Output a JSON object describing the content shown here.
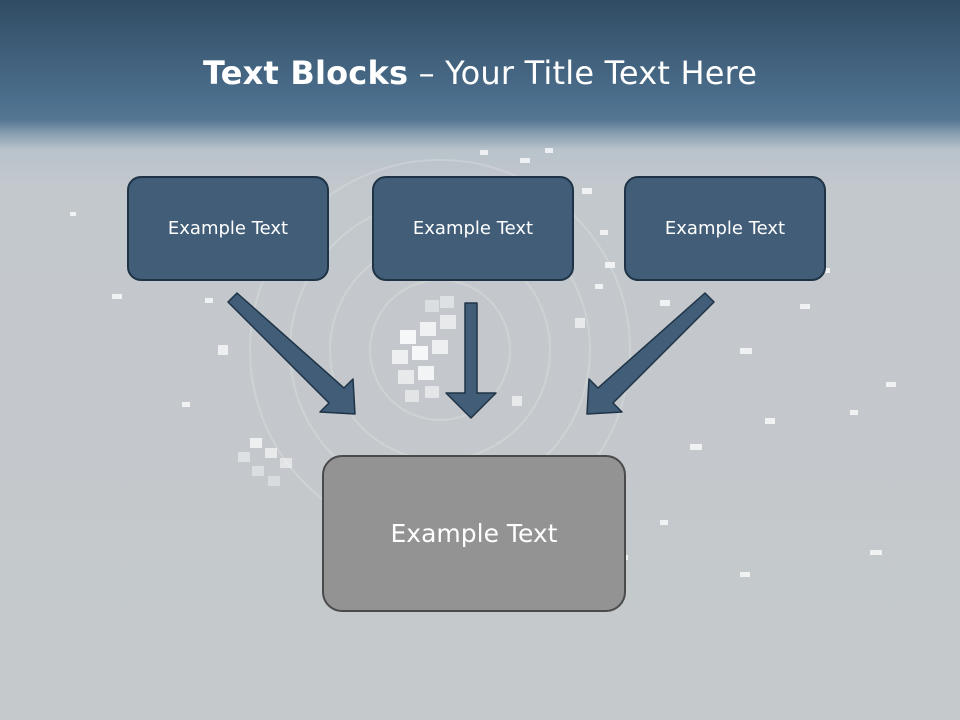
{
  "title": {
    "bold": "Text Blocks",
    "separator": " – ",
    "rest": "Your Title Text Here"
  },
  "blocks": {
    "top": [
      "Example Text",
      "Example Text",
      "Example Text"
    ],
    "bottom": "Example Text"
  },
  "colors": {
    "top_box_fill": "#415d78",
    "top_box_border": "#1f3346",
    "bottom_box_fill": "#939393",
    "bottom_box_border": "#4a4a4a",
    "arrow_fill": "#415d78",
    "header_band": "#4a6d8b"
  }
}
